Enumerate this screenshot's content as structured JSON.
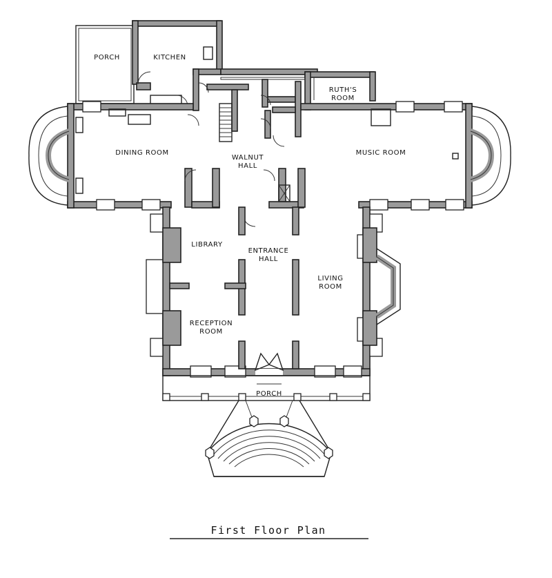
{
  "plan": {
    "caption": "First Floor Plan",
    "rooms": {
      "porch_rear": "PORCH",
      "kitchen": "KITCHEN",
      "ruths_room_line1": "RUTH'S",
      "ruths_room_line2": "ROOM",
      "dining_room": "DINING ROOM",
      "walnut_hall_line1": "WALNUT",
      "walnut_hall_line2": "HALL",
      "music_room": "MUSIC ROOM",
      "library": "LIBRARY",
      "entrance_hall_line1": "ENTRANCE",
      "entrance_hall_line2": "HALL",
      "living_room_line1": "LIVING",
      "living_room_line2": "ROOM",
      "reception_room_line1": "RECEPTION",
      "reception_room_line2": "ROOM",
      "porch_front": "PORCH"
    }
  }
}
